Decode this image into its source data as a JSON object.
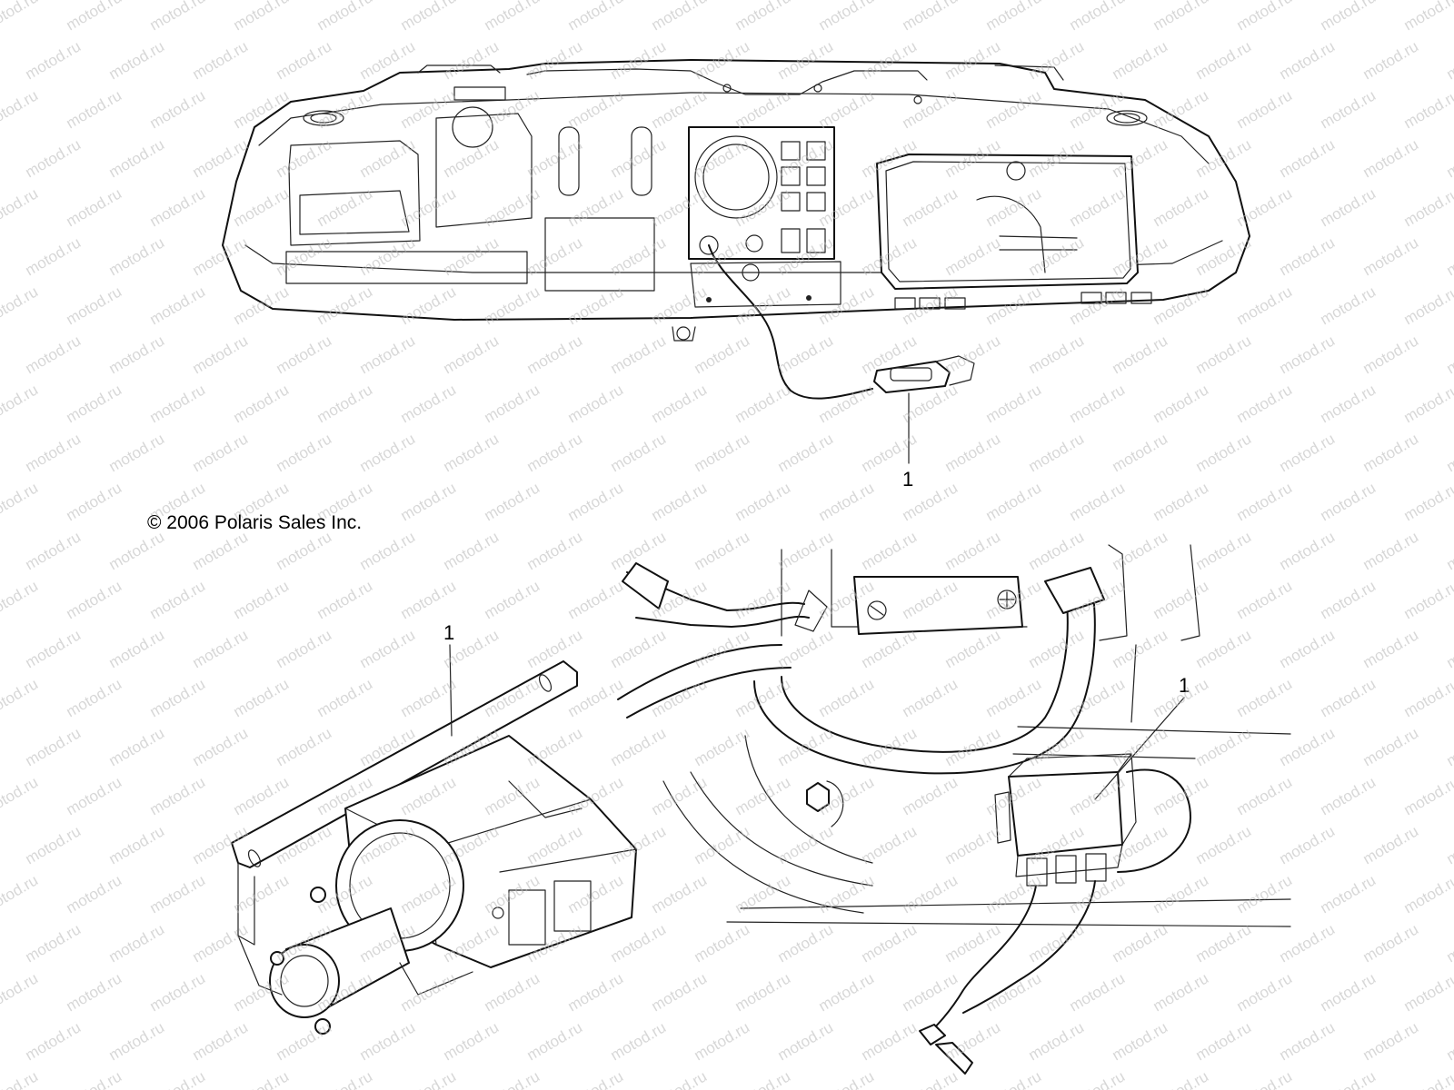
{
  "watermark": "motod.ru",
  "copyright": "© 2006 Polaris Sales Inc.",
  "callouts": {
    "top_dash_switch": "1",
    "winch_motor": "1",
    "contactor_relay": "1"
  },
  "colors": {
    "line": "#111111",
    "background": "#ffffff",
    "watermark": "#b8b8b8"
  }
}
